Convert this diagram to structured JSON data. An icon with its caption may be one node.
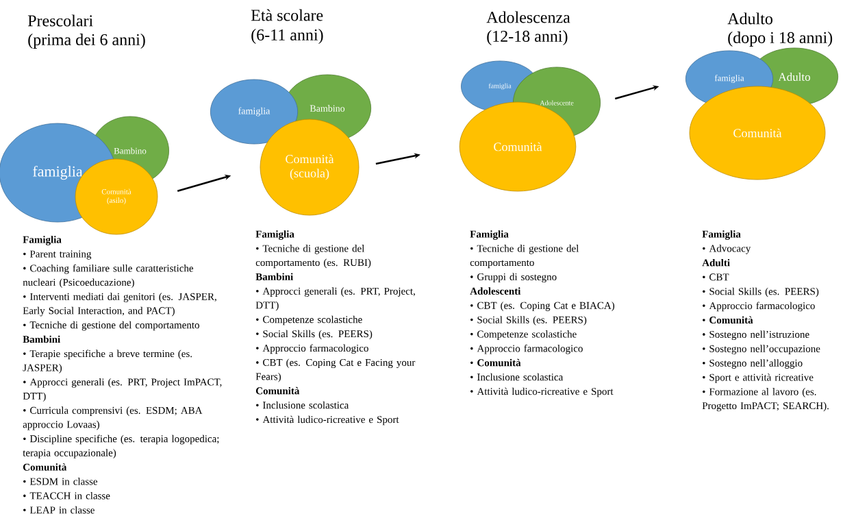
{
  "diagram": {
    "nodes": [
      {
        "text": [
          "famiglia"
        ]
      },
      {
        "text": [
          "Bambino"
        ]
      },
      {
        "text": [
          "Comunità (asilo)"
        ]
      },
      {
        "text": [
          "famiglia"
        ]
      },
      {
        "text": [
          "Bambino"
        ]
      },
      {
        "text": [
          "Comunità (scuola)"
        ]
      },
      {
        "text": [
          "famiglia"
        ]
      },
      {
        "text": [
          "Adolescente"
        ]
      },
      {
        "text": [
          "Comunità"
        ]
      },
      {
        "text": [
          "famiglia"
        ]
      },
      {
        "text": [
          "Adulto"
        ]
      },
      {
        "text": [
          "Comunità"
        ]
      }
    ],
    "edges": [
      {
        "from": 2,
        "to": 5,
        "arrow": "to"
      },
      {
        "from": 5,
        "to": 8,
        "arrow": "to"
      },
      {
        "from": 7,
        "to": 9,
        "arrow": "to"
      }
    ],
    "labels": [
      "Prescolari",
      "(prima dei 6 anni)",
      "Età scolare",
      "(6-11 anni)",
      "Adolescenza",
      "(12-18 anni)",
      "Adulto",
      "(dopo i 18 anni)",
      "Famiglia",
      "• Parent training",
      "• Coaching familiare sulle caratteristiche nucleari (Psicoeducazione)",
      "• Interventi mediati dai genitori (es. JASPER, Early Social Interaction, and PACT)",
      "• Tecniche di gestione del comportamento",
      "Bambini",
      "• Terapie specifiche a breve termine (es. JASPER)",
      "• Approcci generali (es. PRT, Project ImPACT, DTT)",
      "• Curricula comprensivi (es. ESDM; ABA approccio Lovaas)",
      "• Discipline specifiche (es. terapia logopedica; terapia occupazionale)",
      "Comunità",
      "• ESDM in classe",
      "• TEACCH in classe",
      "• LEAP in classe",
      "Famiglia",
      "• Tecniche di gestione del comportamento (es. RUBI)",
      "Bambini",
      "• Approcci generali (es. PRT, Project, DTT)",
      "• Competenze scolastiche",
      "• Social Skills (es. PEERS)",
      "• Approccio farmacologico",
      "• CBT (es. Coping Cat e Facing your Fears)",
      "Comunità",
      "• Inclusione scolastica",
      "• Attività ludico-ricreative e Sport",
      "Famiglia",
      "• Tecniche di gestione del comportamento",
      "• Gruppi di sostegno",
      "Adolescenti",
      "• CBT (es. Coping Cat e BIACA)",
      "• Social Skills (es. PEERS)",
      "• Competenze scolastiche",
      "• Approccio farmacologico",
      "• **Comunità**",
      "• Inclusione scolastica",
      "• Attività ludico-ricreative e Sport",
      "Famiglia",
      "• Advocacy",
      "Adulti",
      "• CBT",
      "• Social Skills (es. PEERS)",
      "• Approccio farmacologico",
      "• **Comunità**",
      "• Sostegno nell’istruzione",
      "• Sostegno nell’occupazione",
      "• Sostegno nell’alloggio",
      "• Sport e attività ricreative",
      "• Formazione al lavoro (es. Progetto ImPACT; SEARCH)."
    ]
  }
}
